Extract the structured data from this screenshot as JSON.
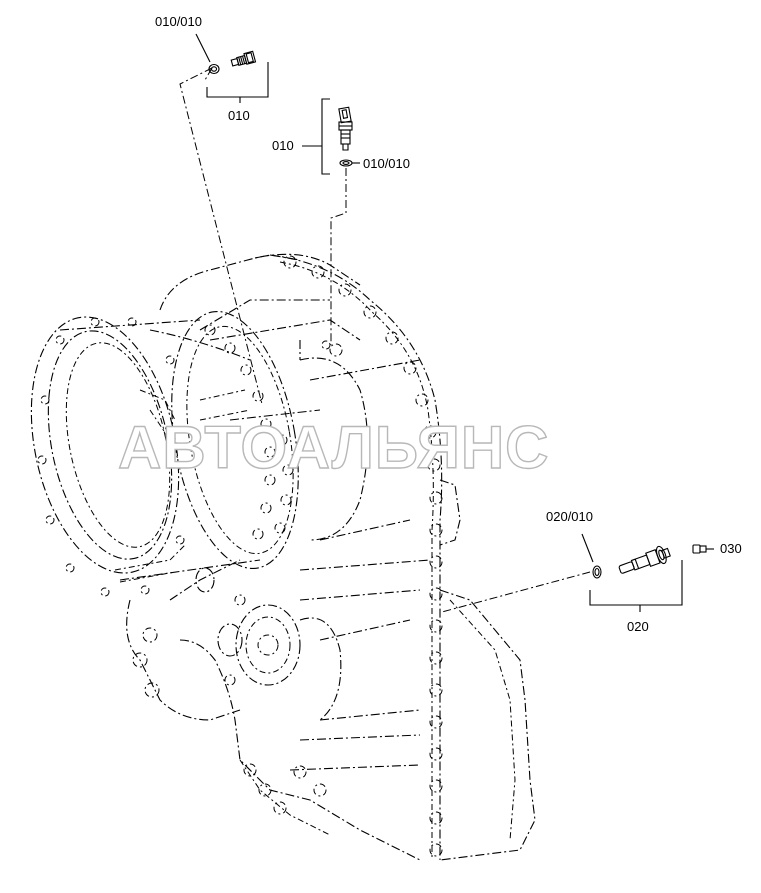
{
  "watermark": "АВТОАЛЬЯНС",
  "callouts": {
    "sensor_top_washer": "010/010",
    "sensor_top_group": "010",
    "sensor_mid_group": "010",
    "sensor_mid_washer": "010/010",
    "fitting_washer": "020/010",
    "fitting_cap": "030",
    "fitting_group": "020"
  }
}
